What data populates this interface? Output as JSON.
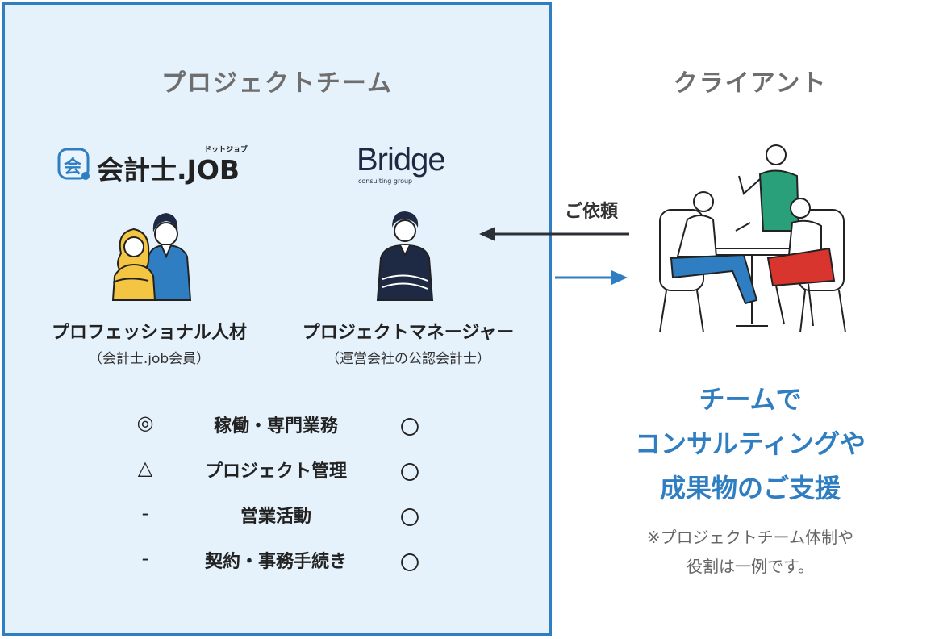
{
  "team": {
    "title": "プロジェクトチーム",
    "logo_left": {
      "name": "会計士.JOB",
      "icon_char": "会",
      "ruby": "ドットジョブ"
    },
    "logo_right": {
      "name": "Bridge",
      "tagline": "consulting group"
    },
    "roles": [
      {
        "title": "プロフェッショナル人材",
        "subtitle": "（会計士.job会員）"
      },
      {
        "title": "プロジェクトマネージャー",
        "subtitle": "（運営会社の公認会計士）"
      }
    ],
    "tasks": [
      {
        "left": "◎",
        "label": "稼働・専門業務",
        "right": "〇"
      },
      {
        "left": "△",
        "label": "プロジェクト管理",
        "right": "〇"
      },
      {
        "left": "-",
        "label": "営業活動",
        "right": "〇"
      },
      {
        "left": "-",
        "label": "契約・事務手続き",
        "right": "〇"
      }
    ]
  },
  "client": {
    "title": "クライアント",
    "request_label": "ご依頼",
    "message_lines": [
      "チームで",
      "コンサルティングや",
      "成果物のご支援"
    ],
    "note_lines": [
      "※プロジェクトチーム体制や",
      "役割は一例です。"
    ]
  },
  "colors": {
    "accent": "#2f7ec1",
    "panel_bg": "#e6f2fb",
    "arrow_dark": "#2b2f36"
  }
}
